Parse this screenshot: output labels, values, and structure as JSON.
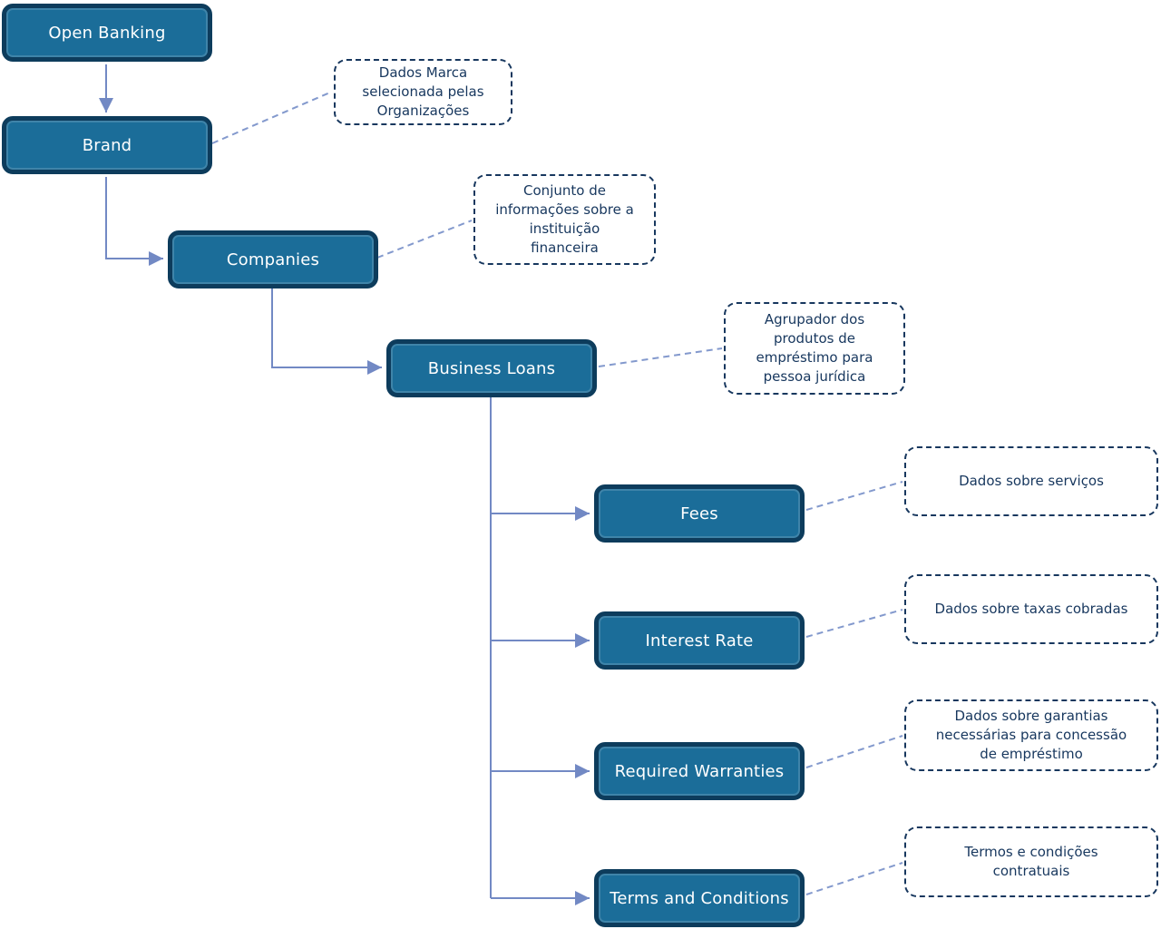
{
  "diagram": {
    "nodes": {
      "open_banking": {
        "label": "Open Banking"
      },
      "brand": {
        "label": "Brand"
      },
      "companies": {
        "label": "Companies"
      },
      "business_loans": {
        "label": "Business Loans"
      },
      "fees": {
        "label": "Fees"
      },
      "interest_rate": {
        "label": "Interest Rate"
      },
      "required_warranties": {
        "label": "Required Warranties"
      },
      "terms_and_conditions": {
        "label": "Terms and Conditions"
      }
    },
    "annotations": {
      "brand": {
        "text": "Dados Marca\nselecionada pelas\nOrganizações"
      },
      "companies": {
        "text": "Conjunto de\ninformações sobre a\ninstituição\nfinanceira"
      },
      "business_loans": {
        "text": "Agrupador dos\nprodutos de\nempréstimo para\npessoa jurídica"
      },
      "fees": {
        "text": "Dados sobre serviços"
      },
      "interest_rate": {
        "text": "Dados sobre taxas cobradas"
      },
      "required_warranties": {
        "text": "Dados sobre garantias\nnecessárias para concessão\nde empréstimo"
      },
      "terms_and_conditions": {
        "text": "Termos e condições\ncontratuais"
      }
    },
    "colors": {
      "node_fill": "#1b6d99",
      "node_border": "#0d3c5c",
      "node_text": "#ffffff",
      "annotation_border": "#17375e",
      "annotation_text": "#17375e",
      "connector": "#7289c4",
      "dashed_connector": "#8399cd"
    }
  }
}
